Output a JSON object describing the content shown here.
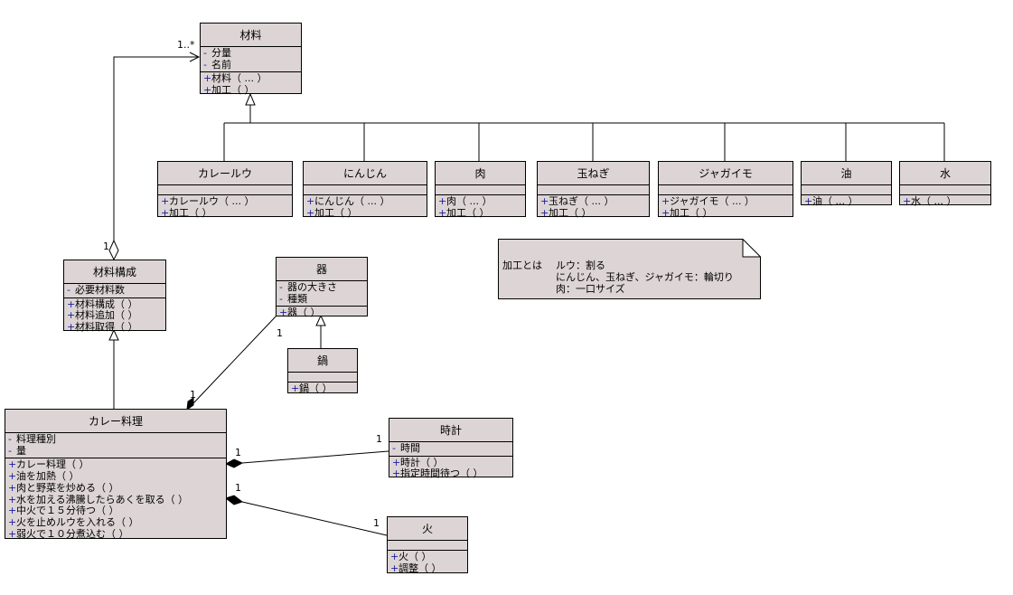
{
  "classes": {
    "zairyo": {
      "name": "材料",
      "attrs": [
        {
          "vis": "-",
          "text": "分量"
        },
        {
          "vis": "-",
          "text": "名前"
        }
      ],
      "ops": [
        {
          "vis": "+",
          "text": "材料（ ... ）"
        },
        {
          "vis": "+",
          "text": "加工（ ）"
        }
      ]
    },
    "curry_roux": {
      "name": "カレールウ",
      "ops": [
        {
          "vis": "+",
          "text": "カレールウ（ ... ）"
        },
        {
          "vis": "+",
          "text": "加工（ ）"
        }
      ]
    },
    "ninjin": {
      "name": "にんじん",
      "ops": [
        {
          "vis": "+",
          "text": "にんじん（ ... ）"
        },
        {
          "vis": "+",
          "text": "加工（ ）"
        }
      ]
    },
    "niku": {
      "name": "肉",
      "ops": [
        {
          "vis": "+",
          "text": "肉（ ... ）"
        },
        {
          "vis": "+",
          "text": "加工（ ）"
        }
      ]
    },
    "tamanegi": {
      "name": "玉ねぎ",
      "ops": [
        {
          "vis": "+",
          "text": "玉ねぎ（ ... ）"
        },
        {
          "vis": "+",
          "text": "加工（ ）"
        }
      ]
    },
    "jagaimo": {
      "name": "ジャガイモ",
      "ops": [
        {
          "vis": "+",
          "text": "ジャガイモ（ ... ）"
        },
        {
          "vis": "+",
          "text": "加工（ ）"
        }
      ]
    },
    "abura": {
      "name": "油",
      "ops": [
        {
          "vis": "+",
          "text": "油（ ... ）"
        }
      ]
    },
    "mizu": {
      "name": "水",
      "ops": [
        {
          "vis": "+",
          "text": "水（ ... ）"
        }
      ]
    },
    "zairyo_kosei": {
      "name": "材料構成",
      "attrs": [
        {
          "vis": "-",
          "text": "必要材料数"
        }
      ],
      "ops": [
        {
          "vis": "+",
          "text": "材料構成（ ）"
        },
        {
          "vis": "+",
          "text": "材料追加（ ）"
        },
        {
          "vis": "+",
          "text": "材料取得（ ）"
        }
      ]
    },
    "utsuwa": {
      "name": "器",
      "attrs": [
        {
          "vis": "-",
          "text": "器の大きさ"
        },
        {
          "vis": "-",
          "text": "種類"
        }
      ],
      "ops": [
        {
          "vis": "+",
          "text": "器（ ）"
        }
      ]
    },
    "nabe": {
      "name": "鍋",
      "ops": [
        {
          "vis": "+",
          "text": "鍋（ ）"
        }
      ]
    },
    "curry_ryori": {
      "name": "カレー料理",
      "attrs": [
        {
          "vis": "-",
          "text": "料理種別"
        },
        {
          "vis": "-",
          "text": "量"
        }
      ],
      "ops": [
        {
          "vis": "+",
          "text": "カレー料理（ ）"
        },
        {
          "vis": "+",
          "text": "油を加熱（ ）"
        },
        {
          "vis": "+",
          "text": "肉と野菜を炒める（ ）"
        },
        {
          "vis": "+",
          "text": "水を加える沸騰したらあくを取る（ ）"
        },
        {
          "vis": "+",
          "text": "中火で１５分待つ（ ）"
        },
        {
          "vis": "+",
          "text": "火を止めルウを入れる（ ）"
        },
        {
          "vis": "+",
          "text": "弱火で１０分煮込む（ ）"
        }
      ]
    },
    "tokei": {
      "name": "時計",
      "attrs": [
        {
          "vis": "-",
          "text": "時間"
        }
      ],
      "ops": [
        {
          "vis": "+",
          "text": "時計（ ）"
        },
        {
          "vis": "+",
          "text": "指定時間待つ（ ）"
        }
      ]
    },
    "hi": {
      "name": "火",
      "ops": [
        {
          "vis": "+",
          "text": "火（ ）"
        },
        {
          "vis": "+",
          "text": "調整（ ）"
        }
      ]
    }
  },
  "multiplicities": {
    "zairyo_many": "1..*",
    "kosei_one": "1",
    "utsuwa_one": "1",
    "ryori_utsuwa_one": "1",
    "ryori_tokei_one": "1",
    "tokei_one": "1",
    "ryori_hi_one": "1",
    "hi_one": "1"
  },
  "note": {
    "label": "加工とは",
    "lines": [
      "ルウ：割る",
      "にんじん、玉ねぎ、ジャガイモ：輪切り",
      "肉：一口サイズ"
    ]
  },
  "colors": {
    "class_fill": "#ddd5d5",
    "visibility_marker": "#1a1a9c",
    "line": "#000000"
  }
}
